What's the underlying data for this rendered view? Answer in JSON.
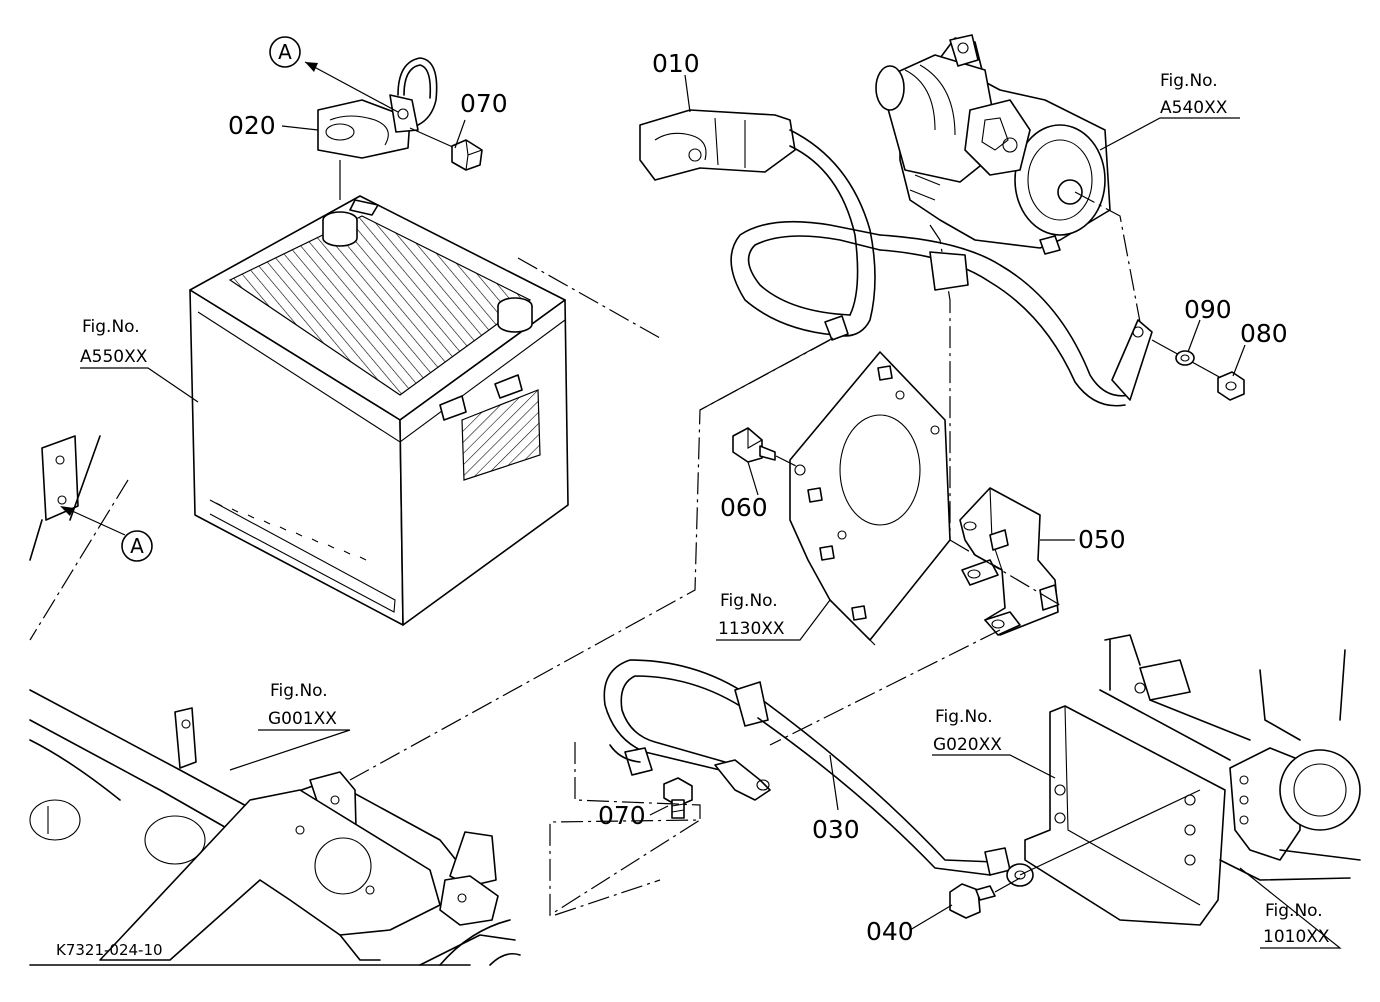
{
  "diagram": {
    "drawing_code": "K7321-024-10",
    "callout_letter": "A",
    "parts": {
      "p010": "010",
      "p020": "020",
      "p030": "030",
      "p040": "040",
      "p050": "050",
      "p060": "060",
      "p070_top": "070",
      "p070_bottom": "070",
      "p080": "080",
      "p090": "090"
    },
    "figure_refs": {
      "battery": {
        "label": "Fig.No.",
        "code": "A550XX"
      },
      "starter": {
        "label": "Fig.No.",
        "code": "A540XX"
      },
      "plate": {
        "label": "Fig.No.",
        "code": "1130XX"
      },
      "frame": {
        "label": "Fig.No.",
        "code": "G001XX"
      },
      "bracket": {
        "label": "Fig.No.",
        "code": "G020XX"
      },
      "engine": {
        "label": "Fig.No.",
        "code": "1010XX"
      }
    }
  }
}
